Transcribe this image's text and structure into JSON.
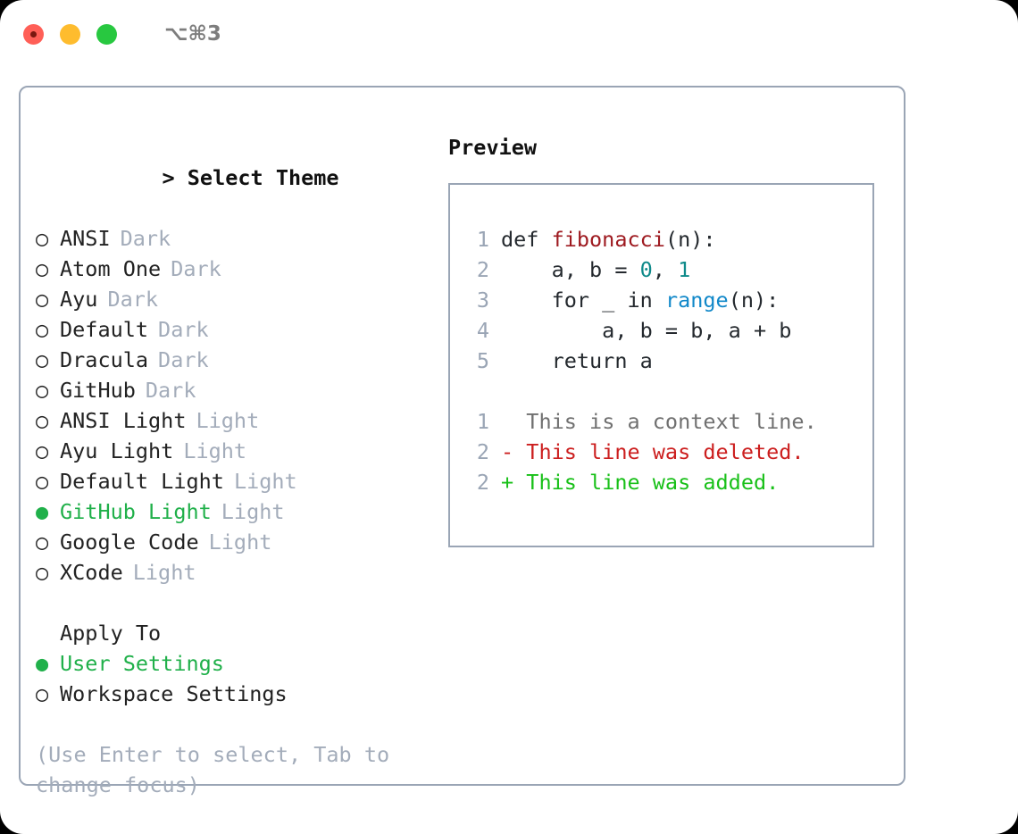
{
  "titlebar": {
    "shortcut": "⌥⌘3",
    "buttons": [
      "close",
      "minimize",
      "maximize"
    ]
  },
  "theme_picker": {
    "header_prefix": "> ",
    "header": "Select Theme",
    "selected_marker": "●",
    "unselected_marker": "○",
    "items": [
      {
        "name": "ANSI",
        "variant": "Dark",
        "selected": false
      },
      {
        "name": "Atom One",
        "variant": "Dark",
        "selected": false
      },
      {
        "name": "Ayu",
        "variant": "Dark",
        "selected": false
      },
      {
        "name": "Default",
        "variant": "Dark",
        "selected": false
      },
      {
        "name": "Dracula",
        "variant": "Dark",
        "selected": false
      },
      {
        "name": "GitHub",
        "variant": "Dark",
        "selected": false
      },
      {
        "name": "ANSI Light",
        "variant": "Light",
        "selected": false
      },
      {
        "name": "Ayu Light",
        "variant": "Light",
        "selected": false
      },
      {
        "name": "Default Light",
        "variant": "Light",
        "selected": false
      },
      {
        "name": "GitHub Light",
        "variant": "Light",
        "selected": true
      },
      {
        "name": "Google Code",
        "variant": "Light",
        "selected": false
      },
      {
        "name": "XCode",
        "variant": "Light",
        "selected": false
      }
    ]
  },
  "apply_to": {
    "header": "Apply To",
    "items": [
      {
        "name": "User Settings",
        "selected": true
      },
      {
        "name": "Workspace Settings",
        "selected": false
      }
    ]
  },
  "hint": "(Use Enter to select, Tab to change focus)",
  "preview": {
    "title": "Preview",
    "code": [
      {
        "lineno": "1",
        "parts": [
          {
            "text": "def ",
            "type": "plain"
          },
          {
            "text": "fibonacci",
            "type": "function"
          },
          {
            "text": "(n):",
            "type": "plain"
          }
        ]
      },
      {
        "lineno": "2",
        "parts": [
          {
            "text": "    a, b = ",
            "type": "plain"
          },
          {
            "text": "0",
            "type": "number"
          },
          {
            "text": ", ",
            "type": "plain"
          },
          {
            "text": "1",
            "type": "number"
          }
        ]
      },
      {
        "lineno": "3",
        "parts": [
          {
            "text": "    for _ in ",
            "type": "plain"
          },
          {
            "text": "range",
            "type": "call"
          },
          {
            "text": "(n):",
            "type": "plain"
          }
        ]
      },
      {
        "lineno": "4",
        "parts": [
          {
            "text": "        a, b = b, a + b",
            "type": "plain"
          }
        ]
      },
      {
        "lineno": "5",
        "parts": [
          {
            "text": "    return a",
            "type": "plain"
          }
        ]
      }
    ],
    "diff": [
      {
        "lineno": "1",
        "marker": " ",
        "text": "This is a context line.",
        "type": "context"
      },
      {
        "lineno": "2",
        "marker": "-",
        "text": "This line was deleted.",
        "type": "deleted"
      },
      {
        "lineno": "2",
        "marker": "+",
        "text": "This line was added.",
        "type": "added"
      }
    ]
  },
  "colors": {
    "selected_green": "#20b04a",
    "muted": "#a3acba",
    "border": "#9aa5b5",
    "function_red": "#9e1a20",
    "number_teal": "#0f8a8a",
    "call_blue": "#1188c9",
    "diff_added": "#18c018",
    "diff_deleted": "#cc1f1f",
    "diff_context": "#707070"
  }
}
